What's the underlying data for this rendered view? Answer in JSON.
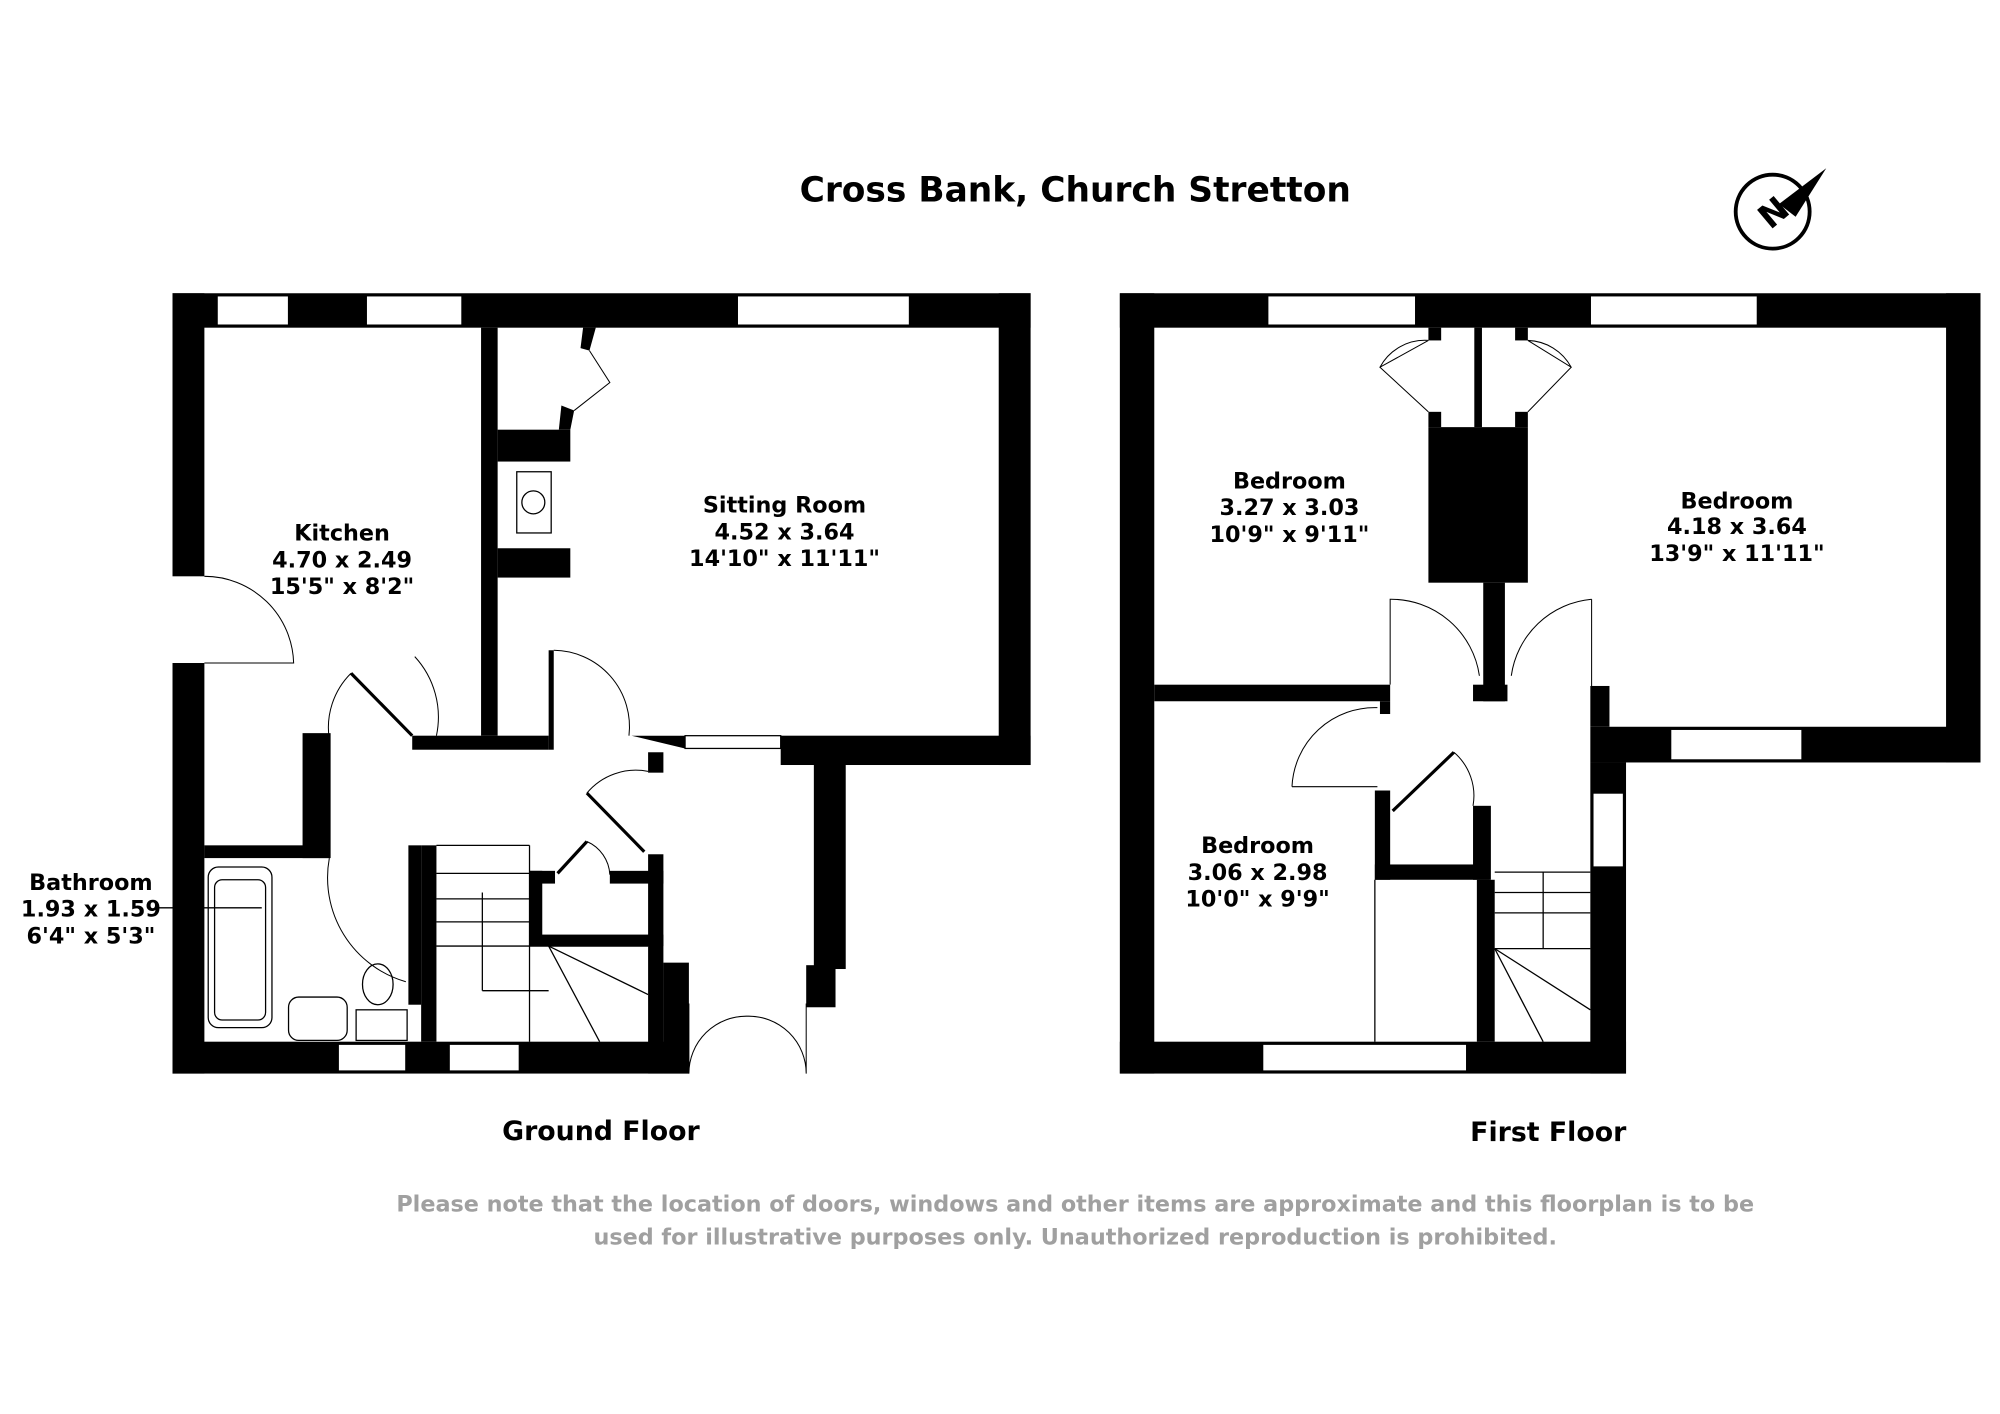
{
  "title": "Cross Bank, Church Stretton",
  "compass": {
    "icon": "north-compass-icon",
    "letter": "N"
  },
  "ground_floor": {
    "label": "Ground Floor",
    "rooms": [
      {
        "name": "Kitchen",
        "metric": "4.70 x 2.49",
        "imperial": "15'5\" x 8'2\""
      },
      {
        "name": "Sitting Room",
        "metric": "4.52 x 3.64",
        "imperial": "14'10\" x 11'11\""
      },
      {
        "name": "Bathroom",
        "metric": "1.93 x 1.59",
        "imperial": "6'4\" x 5'3\""
      }
    ]
  },
  "first_floor": {
    "label": "First Floor",
    "rooms": [
      {
        "name": "Bedroom",
        "metric": "3.27 x 3.03",
        "imperial": "10'9\" x 9'11\""
      },
      {
        "name": "Bedroom",
        "metric": "4.18 x 3.64",
        "imperial": "13'9\" x 11'11\""
      },
      {
        "name": "Bedroom",
        "metric": "3.06 x 2.98",
        "imperial": "10'0\" x 9'9\""
      }
    ]
  },
  "disclaimer": {
    "line1": "Please note that the location of doors, windows and other items are approximate and this floorplan is to be",
    "line2": "used for illustrative purposes only. Unauthorized reproduction is prohibited."
  }
}
